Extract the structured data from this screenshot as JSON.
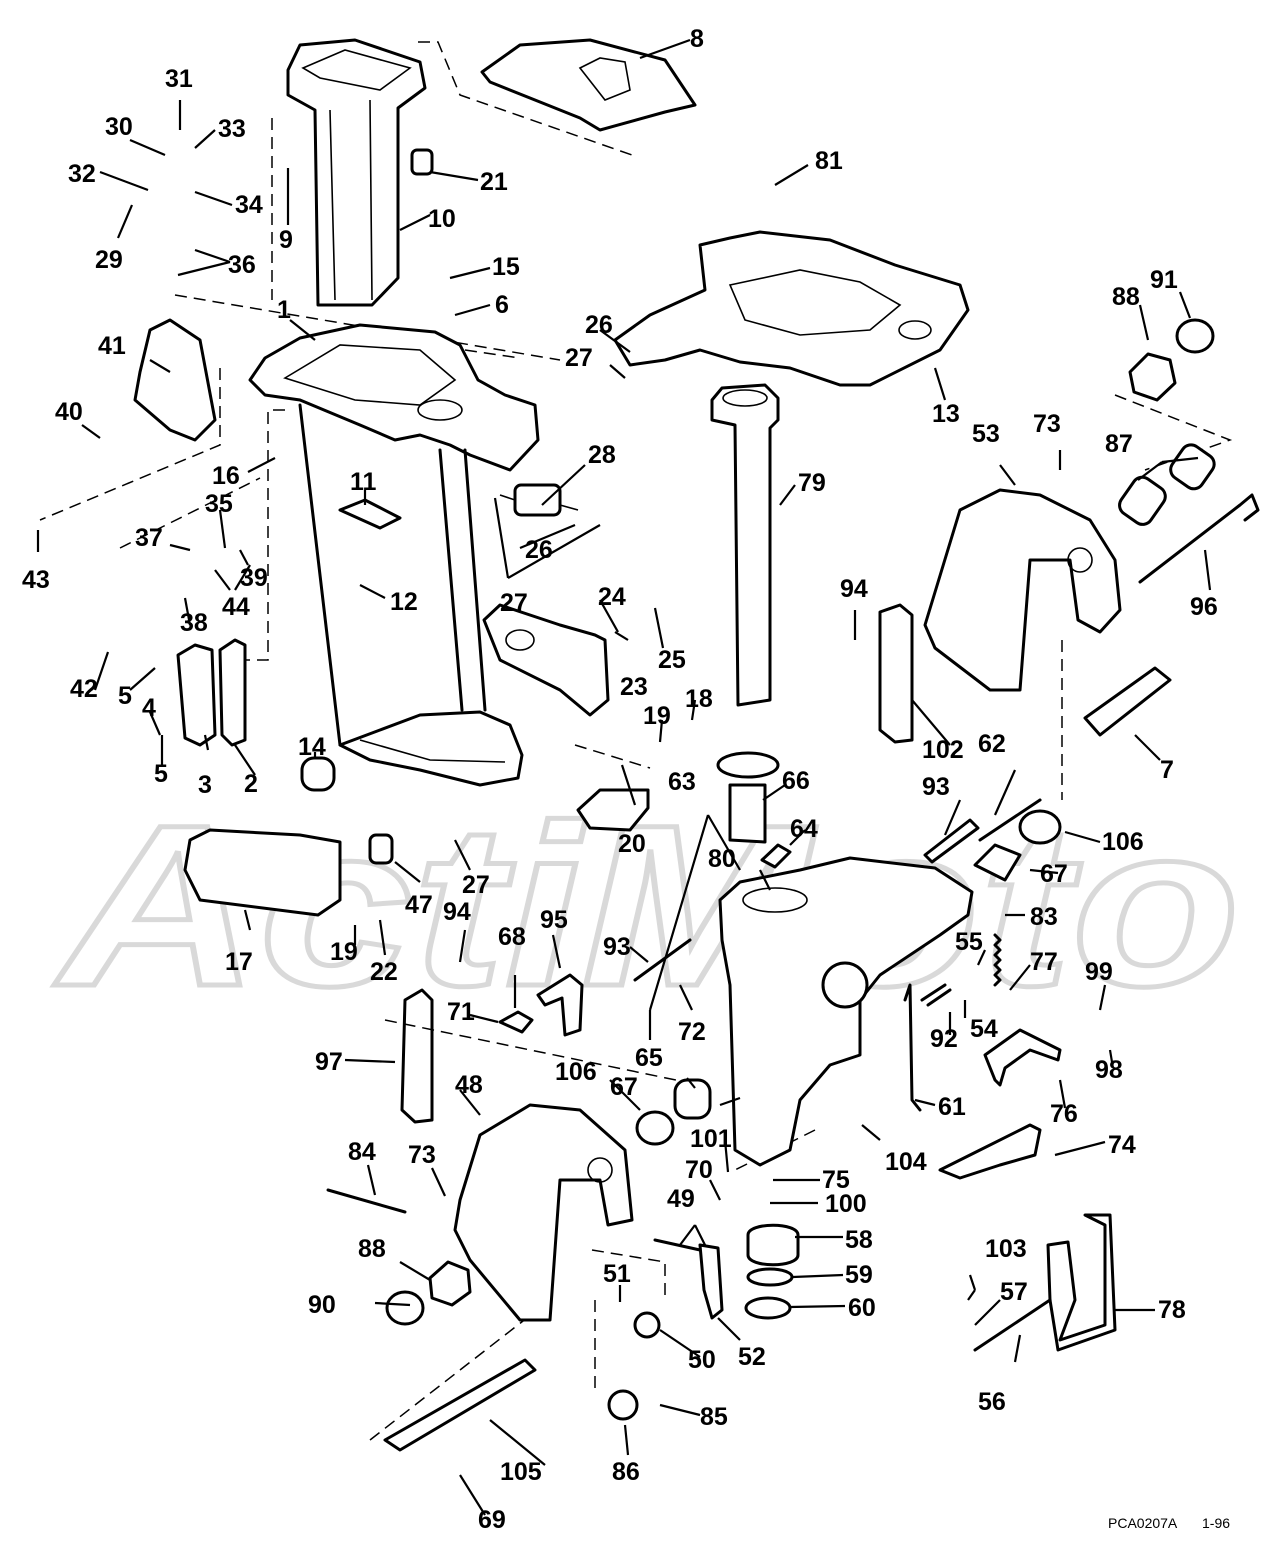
{
  "diagram": {
    "callouts": [
      {
        "id": "c1",
        "text": "1"
      },
      {
        "id": "c2",
        "text": "2"
      },
      {
        "id": "c3",
        "text": "3"
      },
      {
        "id": "c4",
        "text": "4"
      },
      {
        "id": "c5a",
        "text": "5"
      },
      {
        "id": "c5b",
        "text": "5"
      },
      {
        "id": "c6",
        "text": "6"
      },
      {
        "id": "c7",
        "text": "7"
      },
      {
        "id": "c8",
        "text": "8"
      },
      {
        "id": "c9",
        "text": "9"
      },
      {
        "id": "c10",
        "text": "10"
      },
      {
        "id": "c11",
        "text": "11"
      },
      {
        "id": "c12",
        "text": "12"
      },
      {
        "id": "c13",
        "text": "13"
      },
      {
        "id": "c14",
        "text": "14"
      },
      {
        "id": "c15",
        "text": "15"
      },
      {
        "id": "c16",
        "text": "16"
      },
      {
        "id": "c17",
        "text": "17"
      },
      {
        "id": "c18",
        "text": "18"
      },
      {
        "id": "c19a",
        "text": "19"
      },
      {
        "id": "c19b",
        "text": "19"
      },
      {
        "id": "c20",
        "text": "20"
      },
      {
        "id": "c21",
        "text": "21"
      },
      {
        "id": "c22",
        "text": "22"
      },
      {
        "id": "c23",
        "text": "23"
      },
      {
        "id": "c24",
        "text": "24"
      },
      {
        "id": "c25",
        "text": "25"
      },
      {
        "id": "c26a",
        "text": "26"
      },
      {
        "id": "c26b",
        "text": "26"
      },
      {
        "id": "c27a",
        "text": "27"
      },
      {
        "id": "c27b",
        "text": "27"
      },
      {
        "id": "c27c",
        "text": "27"
      },
      {
        "id": "c28",
        "text": "28"
      },
      {
        "id": "c29",
        "text": "29"
      },
      {
        "id": "c30",
        "text": "30"
      },
      {
        "id": "c31",
        "text": "31"
      },
      {
        "id": "c32",
        "text": "32"
      },
      {
        "id": "c33",
        "text": "33"
      },
      {
        "id": "c34",
        "text": "34"
      },
      {
        "id": "c35",
        "text": "35"
      },
      {
        "id": "c36",
        "text": "36"
      },
      {
        "id": "c37",
        "text": "37"
      },
      {
        "id": "c38",
        "text": "38"
      },
      {
        "id": "c39",
        "text": "39"
      },
      {
        "id": "c40",
        "text": "40"
      },
      {
        "id": "c41",
        "text": "41"
      },
      {
        "id": "c42",
        "text": "42"
      },
      {
        "id": "c43",
        "text": "43"
      },
      {
        "id": "c44",
        "text": "44"
      },
      {
        "id": "c47",
        "text": "47"
      },
      {
        "id": "c48",
        "text": "48"
      },
      {
        "id": "c49",
        "text": "49"
      },
      {
        "id": "c50",
        "text": "50"
      },
      {
        "id": "c51",
        "text": "51"
      },
      {
        "id": "c52",
        "text": "52"
      },
      {
        "id": "c53",
        "text": "53"
      },
      {
        "id": "c54",
        "text": "54"
      },
      {
        "id": "c55",
        "text": "55"
      },
      {
        "id": "c56",
        "text": "56"
      },
      {
        "id": "c57",
        "text": "57"
      },
      {
        "id": "c58",
        "text": "58"
      },
      {
        "id": "c59",
        "text": "59"
      },
      {
        "id": "c60",
        "text": "60"
      },
      {
        "id": "c61",
        "text": "61"
      },
      {
        "id": "c62",
        "text": "62"
      },
      {
        "id": "c63",
        "text": "63"
      },
      {
        "id": "c64",
        "text": "64"
      },
      {
        "id": "c65",
        "text": "65"
      },
      {
        "id": "c66",
        "text": "66"
      },
      {
        "id": "c67a",
        "text": "67"
      },
      {
        "id": "c67b",
        "text": "67"
      },
      {
        "id": "c68",
        "text": "68"
      },
      {
        "id": "c69",
        "text": "69"
      },
      {
        "id": "c70",
        "text": "70"
      },
      {
        "id": "c71",
        "text": "71"
      },
      {
        "id": "c72",
        "text": "72"
      },
      {
        "id": "c73a",
        "text": "73"
      },
      {
        "id": "c73b",
        "text": "73"
      },
      {
        "id": "c74",
        "text": "74"
      },
      {
        "id": "c75",
        "text": "75"
      },
      {
        "id": "c76",
        "text": "76"
      },
      {
        "id": "c77",
        "text": "77"
      },
      {
        "id": "c78",
        "text": "78"
      },
      {
        "id": "c79",
        "text": "79"
      },
      {
        "id": "c80",
        "text": "80"
      },
      {
        "id": "c81",
        "text": "81"
      },
      {
        "id": "c83",
        "text": "83"
      },
      {
        "id": "c84",
        "text": "84"
      },
      {
        "id": "c85",
        "text": "85"
      },
      {
        "id": "c86",
        "text": "86"
      },
      {
        "id": "c87",
        "text": "87"
      },
      {
        "id": "c88a",
        "text": "88"
      },
      {
        "id": "c88b",
        "text": "88"
      },
      {
        "id": "c90",
        "text": "90"
      },
      {
        "id": "c91",
        "text": "91"
      },
      {
        "id": "c92",
        "text": "92"
      },
      {
        "id": "c93a",
        "text": "93"
      },
      {
        "id": "c93b",
        "text": "93"
      },
      {
        "id": "c94a",
        "text": "94"
      },
      {
        "id": "c94b",
        "text": "94"
      },
      {
        "id": "c95",
        "text": "95"
      },
      {
        "id": "c96",
        "text": "96"
      },
      {
        "id": "c97",
        "text": "97"
      },
      {
        "id": "c98",
        "text": "98"
      },
      {
        "id": "c99",
        "text": "99"
      },
      {
        "id": "c100",
        "text": "100"
      },
      {
        "id": "c101",
        "text": "101"
      },
      {
        "id": "c102",
        "text": "102"
      },
      {
        "id": "c103",
        "text": "103"
      },
      {
        "id": "c104",
        "text": "104"
      },
      {
        "id": "c105",
        "text": "105"
      },
      {
        "id": "c106a",
        "text": "106"
      },
      {
        "id": "c106b",
        "text": "106"
      }
    ],
    "drawing_code": "PCA0207A",
    "drawing_date": "1-96",
    "watermark": "ActiMoto"
  }
}
